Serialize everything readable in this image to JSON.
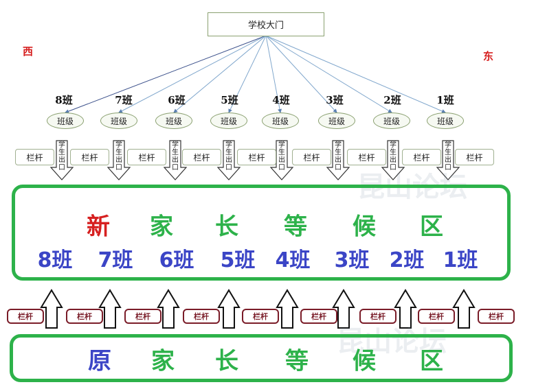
{
  "gate_label": "学校大门",
  "west_label": "西",
  "east_label": "东",
  "classes": [
    "8班",
    "7班",
    "6班",
    "5班",
    "4班",
    "3班",
    "2班",
    "1班"
  ],
  "class_node_label": "班级",
  "barrier_label": "栏杆",
  "exit_label": [
    "学",
    "生",
    "出",
    "口"
  ],
  "new_zone": {
    "title_chars": [
      "新",
      "家",
      "长",
      "等",
      "候",
      "区"
    ],
    "classes": [
      "8班",
      "7班",
      "6班",
      "5班",
      "4班",
      "3班",
      "2班",
      "1班"
    ]
  },
  "old_zone": {
    "title_chars": [
      "原",
      "家",
      "长",
      "等",
      "候",
      "区"
    ]
  },
  "watermark": "昆山论坛",
  "colors": {
    "green": "#2db24a",
    "blue": "#3b45c6",
    "red": "#d62020",
    "barrier_red": "#7a1c28"
  }
}
